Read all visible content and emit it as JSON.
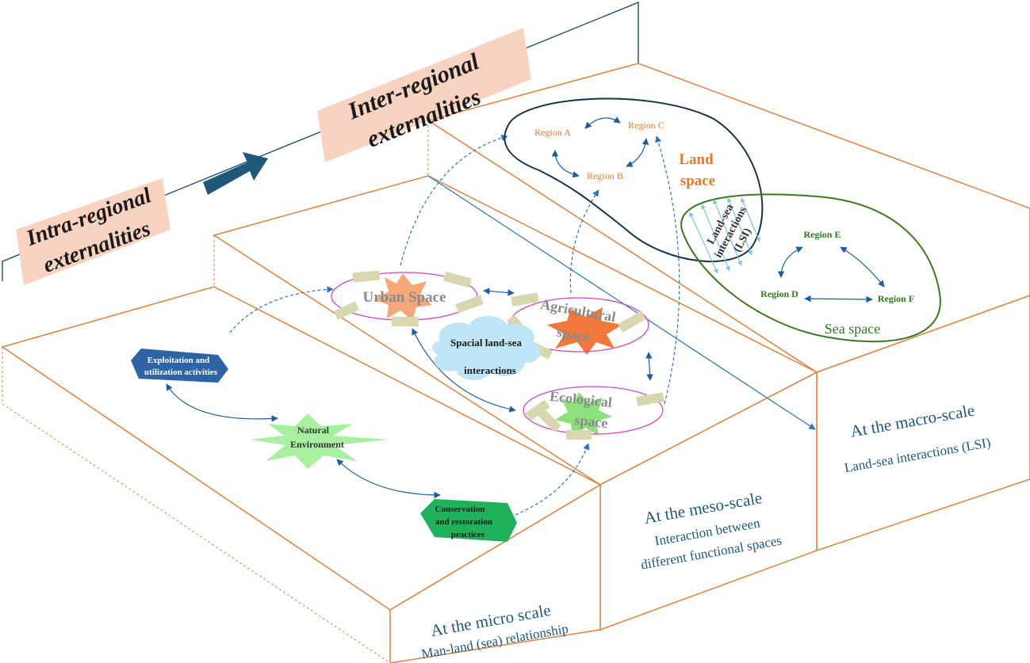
{
  "trend": {
    "intra_line1": "Intra-regional",
    "intra_line2": "externalities",
    "inter_line1": "Inter-regional",
    "inter_line2": "externalities"
  },
  "micro": {
    "title": "At the micro scale",
    "subtitle": "Man-land (sea) relationship",
    "exploitation_line1": "Exploitation and",
    "exploitation_line2": "utilization activities",
    "natural_line1": "Natural",
    "natural_line2": "Environment",
    "conservation_line1": "Conservation",
    "conservation_line2": "and restoration",
    "conservation_line3": "practices"
  },
  "meso": {
    "title": "At the meso-scale",
    "subtitle_line1": "Interaction between",
    "subtitle_line2": "different functional spaces",
    "urban": "Urban Space",
    "agri_line1": "Agricultural",
    "agri_line2": "space",
    "eco_line1": "Ecological",
    "eco_line2": "space",
    "spatial_line1": "Spacial land-sea",
    "spatial_line2": "interactions"
  },
  "macro": {
    "title": "At the macro-scale",
    "subtitle": "Land-sea interactions (LSI)",
    "land_line1": "Land",
    "land_line2": "space",
    "sea": "Sea space",
    "lsi_line1": "Land-sea",
    "lsi_line2": "interactions",
    "lsi_line3": "(LSI)",
    "region_a": "Region A",
    "region_b": "Region B",
    "region_c": "Region C",
    "region_d": "Region D",
    "region_e": "Region E",
    "region_f": "Region F"
  },
  "colors": {
    "outline": "#e0823e",
    "trend_line": "#2e5a73",
    "trend_arrow": "#1f5878",
    "label_bg": "#f8d3c2",
    "scale_text": "#1f5878",
    "link": "#2a74bf",
    "region_land": "#e07a2e",
    "region_sea": "#2e7d1e",
    "land_outline": "#16344a",
    "sea_outline": "#3d7a1f",
    "space_ring": "#d246c4",
    "band": "#d8d8b0",
    "urban_star": "#f7a878",
    "agri_star": "#f0783a",
    "eco_star": "#8ee07c",
    "cloud": "#bfe6f7",
    "exploitation": "#2e63a6",
    "natural": "#a8f0a0",
    "conservation": "#1fb25a"
  }
}
